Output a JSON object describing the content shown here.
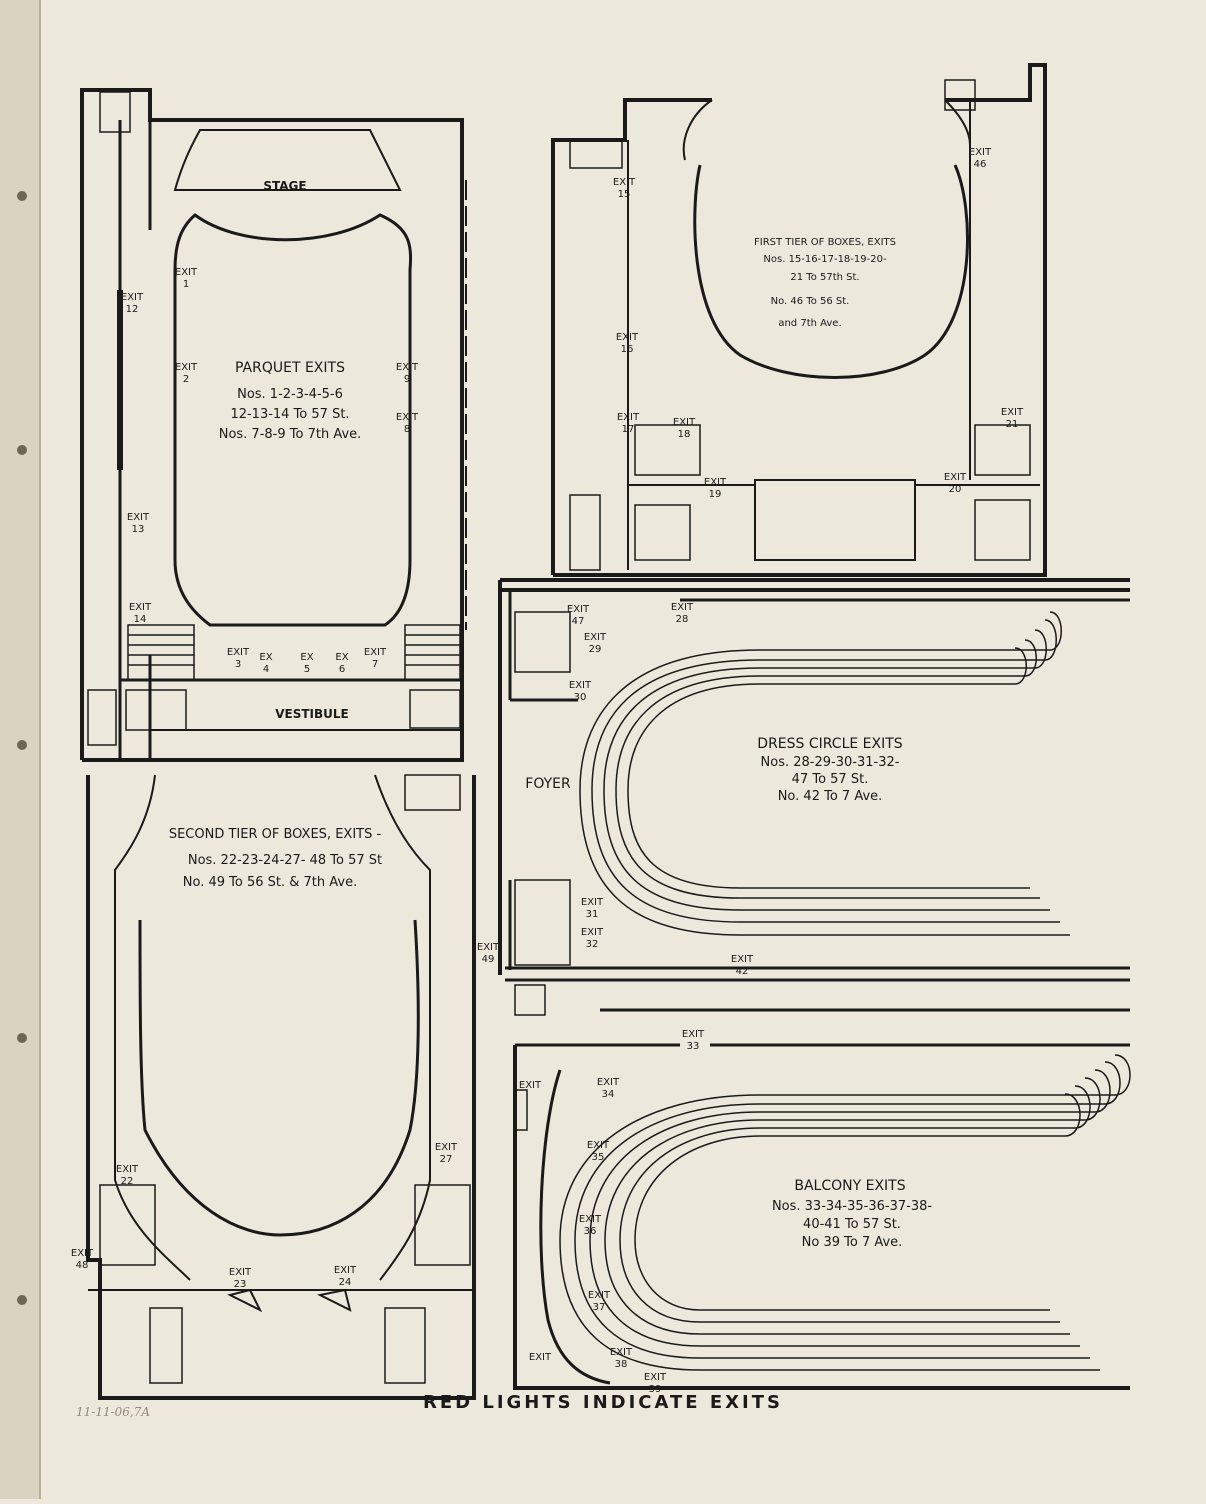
{
  "footer": "RED LIGHTS INDICATE EXITS",
  "pencil_note": "11-11-06,7A",
  "rooms": {
    "stage": "STAGE",
    "vestibule": "VESTIBULE",
    "foyer": "FOYER"
  },
  "panels": {
    "parquet": {
      "title": "PARQUET EXITS",
      "line1": "Nos. 1-2-3-4-5-6",
      "line2": "12-13-14 To 57 St.",
      "line3": "Nos. 7-8-9 To 7th Ave."
    },
    "first_tier": {
      "title": "FIRST TIER OF BOXES, EXITS",
      "line1": "Nos. 15-16-17-18-19-20-",
      "line2": "21 To 57th St.",
      "line3": "No. 46 To 56 St.",
      "line4": "and 7th Ave."
    },
    "second_tier": {
      "title": "SECOND TIER OF BOXES, EXITS -",
      "line1": "Nos. 22-23-24-27- 48 To 57 St",
      "line2": "No. 49 To 56 St. & 7th Ave."
    },
    "dress_circle": {
      "title": "DRESS CIRCLE EXITS",
      "line1": "Nos. 28-29-30-31-32-",
      "line2": "47 To 57 St.",
      "line3": "No. 42 To 7 Ave."
    },
    "balcony": {
      "title": "BALCONY EXITS",
      "line1": "Nos. 33-34-35-36-37-38-",
      "line2": "40-41 To 57 St.",
      "line3": "No 39 To 7 Ave."
    }
  },
  "exit_word": "EXIT",
  "exit_abbr": "EX",
  "exits": {
    "parquet": [
      "1",
      "2",
      "3",
      "4",
      "5",
      "6",
      "7",
      "8",
      "9",
      "12",
      "13",
      "14"
    ],
    "first_tier": [
      "15",
      "16",
      "17",
      "18",
      "19",
      "20",
      "21",
      "46"
    ],
    "second_tier": [
      "22",
      "23",
      "24",
      "27",
      "48",
      "49"
    ],
    "dress_circle": [
      "28",
      "29",
      "30",
      "31",
      "32",
      "42",
      "47"
    ],
    "balcony": [
      "33",
      "34",
      "35",
      "36",
      "37",
      "38",
      "39"
    ],
    "balcony_unnumbered": 2
  }
}
